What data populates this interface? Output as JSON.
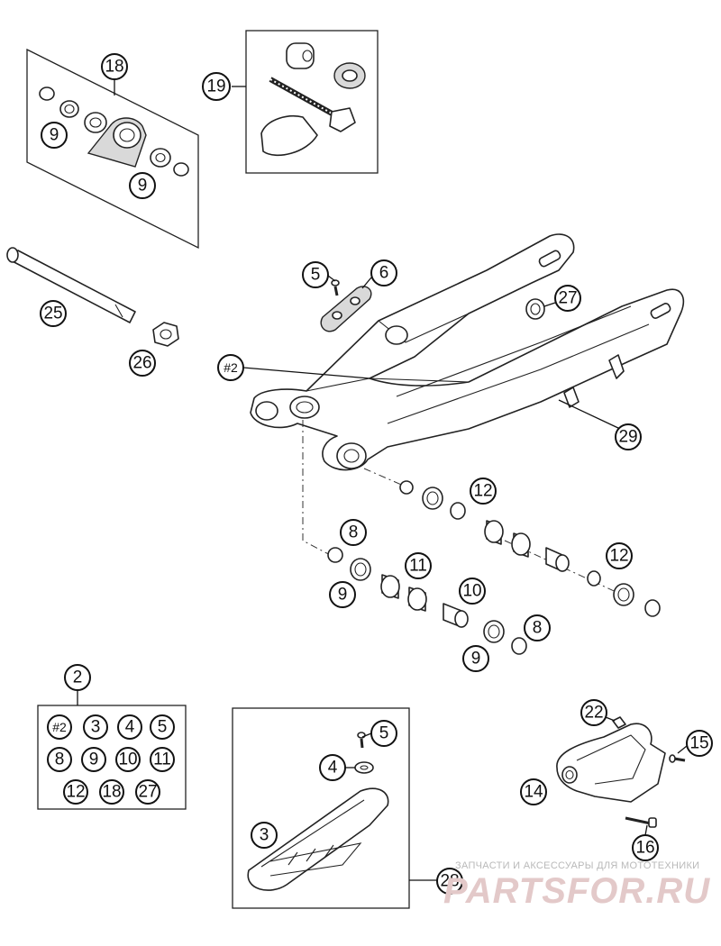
{
  "callouts": [
    {
      "id": "c18",
      "label": "18"
    },
    {
      "id": "c9a",
      "label": "9"
    },
    {
      "id": "c9b",
      "label": "9"
    },
    {
      "id": "c19",
      "label": "19"
    },
    {
      "id": "c25",
      "label": "25"
    },
    {
      "id": "c26",
      "label": "26"
    },
    {
      "id": "c5a",
      "label": "5"
    },
    {
      "id": "c6",
      "label": "6"
    },
    {
      "id": "c27",
      "label": "27"
    },
    {
      "id": "c2hash",
      "label": "#2"
    },
    {
      "id": "c29",
      "label": "29"
    },
    {
      "id": "c12a",
      "label": "12"
    },
    {
      "id": "c8a",
      "label": "8"
    },
    {
      "id": "c11",
      "label": "11"
    },
    {
      "id": "c12b",
      "label": "12"
    },
    {
      "id": "c9c",
      "label": "9"
    },
    {
      "id": "c10",
      "label": "10"
    },
    {
      "id": "c8b",
      "label": "8"
    },
    {
      "id": "c9d",
      "label": "9"
    },
    {
      "id": "c2",
      "label": "2"
    },
    {
      "id": "c22",
      "label": "22"
    },
    {
      "id": "c5b",
      "label": "5"
    },
    {
      "id": "c15",
      "label": "15"
    },
    {
      "id": "c4",
      "label": "4"
    },
    {
      "id": "c14",
      "label": "14"
    },
    {
      "id": "c3",
      "label": "3"
    },
    {
      "id": "c16",
      "label": "16"
    },
    {
      "id": "c28",
      "label": "28"
    }
  ],
  "kit_contents": [
    "#2",
    "3",
    "4",
    "5",
    "8",
    "9",
    "10",
    "11",
    "12",
    "18",
    "27"
  ],
  "watermark": {
    "tagline": "ЗАПЧАСТИ И АКСЕССУАРЫ ДЛЯ МОТОТЕХНИКИ",
    "logo": "PARTSFOR.RU"
  }
}
